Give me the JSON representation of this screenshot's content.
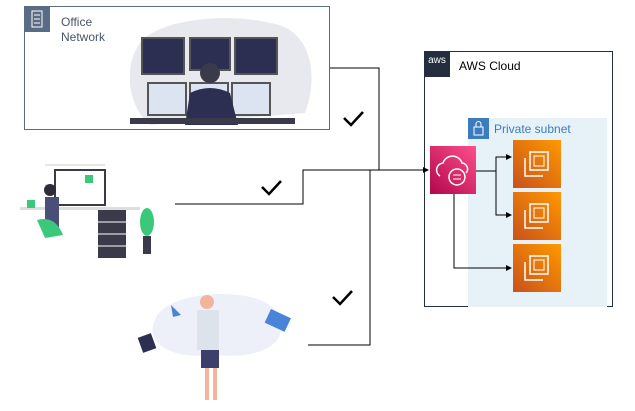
{
  "office": {
    "label_line1": "Office",
    "label_line2": "Network",
    "icon": "office-building-icon"
  },
  "aws": {
    "logo_text": "aws",
    "label": "AWS Cloud"
  },
  "subnet": {
    "label": "Private subnet",
    "icon": "lock-icon"
  },
  "services": {
    "vpn": {
      "name": "client-vpn-endpoint",
      "icon": "cloud-gear-icon",
      "color": "#e7157b"
    },
    "instances": [
      {
        "name": "ec2-instance-1",
        "icon": "chip-icon"
      },
      {
        "name": "ec2-instance-2",
        "icon": "chip-icon"
      },
      {
        "name": "ec2-instance-3",
        "icon": "chip-icon"
      }
    ]
  },
  "sources": [
    {
      "name": "office-network",
      "status": "allowed",
      "check": "✓"
    },
    {
      "name": "home-worker",
      "status": "allowed",
      "check": "✓"
    },
    {
      "name": "remote-mobile-worker",
      "status": "allowed",
      "check": "✓"
    }
  ],
  "colors": {
    "office_border": "#5a6b86",
    "aws_dark": "#232f3e",
    "subnet_blue": "#3b7cbf",
    "subnet_bg": "#e6f2f8",
    "ec2_orange": "#ff9900"
  }
}
